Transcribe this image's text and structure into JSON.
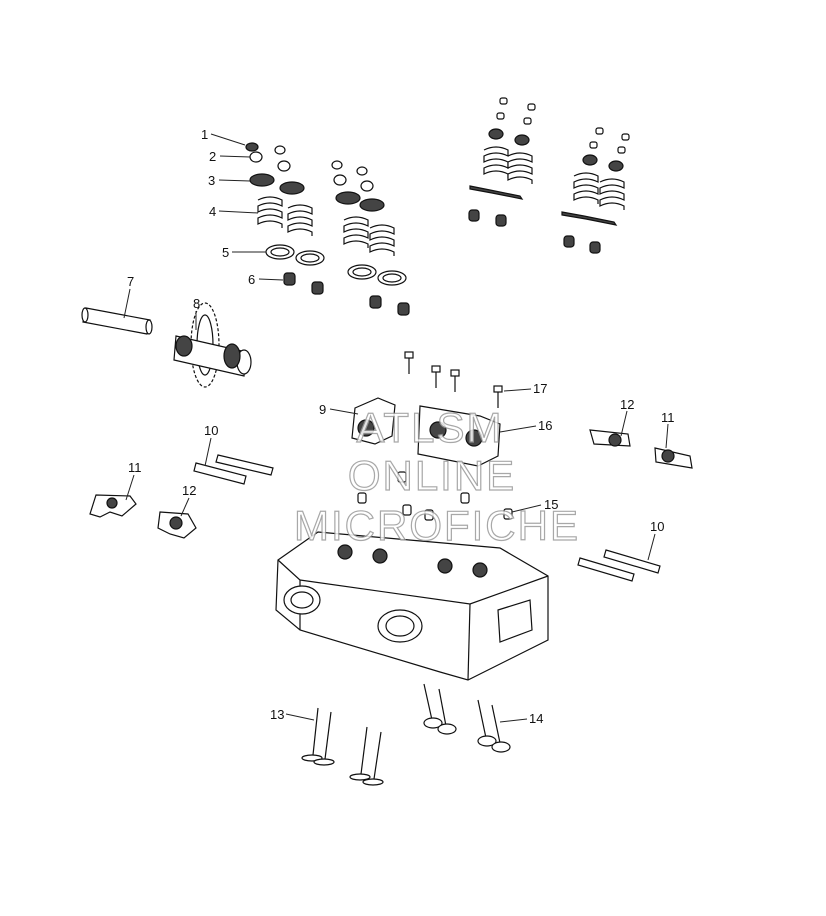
{
  "callouts": {
    "c1": "1",
    "c2": "2",
    "c3": "3",
    "c4": "4",
    "c5": "5",
    "c6": "6",
    "c7": "7",
    "c8": "8",
    "c9": "9",
    "c10a": "10",
    "c10b": "10",
    "c11a": "11",
    "c11b": "11",
    "c12a": "12",
    "c12b": "12",
    "c13": "13",
    "c14": "14",
    "c15": "15",
    "c16": "16",
    "c17": "17"
  },
  "watermark": {
    "line1": "ATLSM",
    "line2": "ONLINE",
    "line3": "MICROFICHE"
  }
}
